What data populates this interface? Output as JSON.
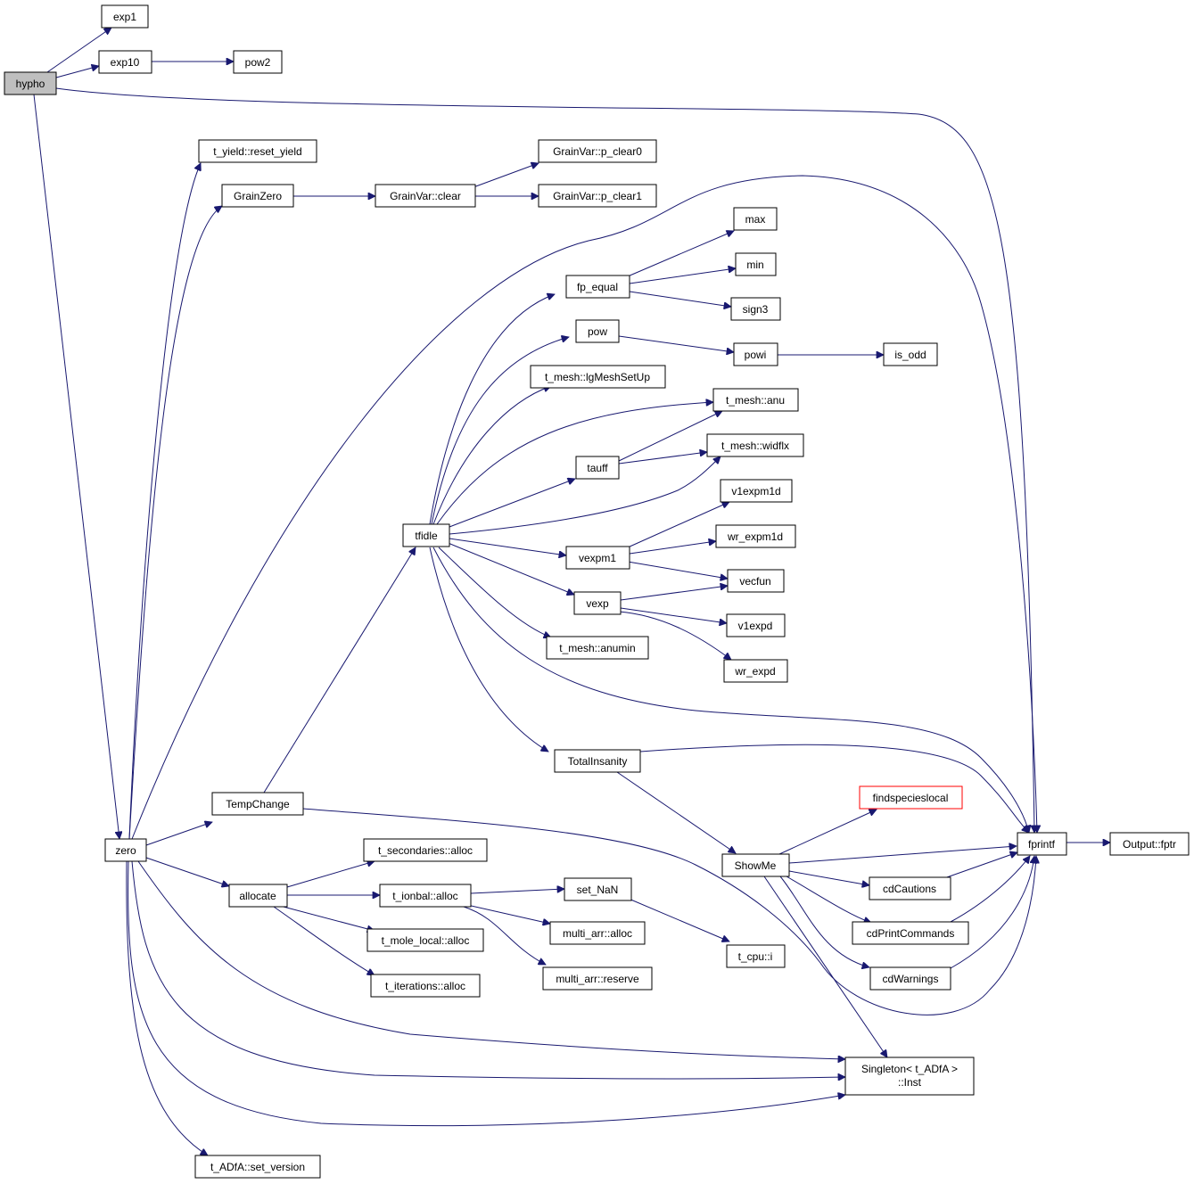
{
  "colors": {
    "edge": "#191970",
    "root_fill": "#bfbfbf",
    "missing_border": "#ff0000",
    "node_border": "#000000"
  },
  "nodes": {
    "hypho": "hypho",
    "exp1": "exp1",
    "exp10": "exp10",
    "pow2": "pow2",
    "reset_yield": "t_yield::reset_yield",
    "GrainZero": "GrainZero",
    "GrainVar_clear": "GrainVar::clear",
    "p_clear0": "GrainVar::p_clear0",
    "p_clear1": "GrainVar::p_clear1",
    "max": "max",
    "min": "min",
    "sign3": "sign3",
    "fp_equal": "fp_equal",
    "pow": "pow",
    "powi": "powi",
    "is_odd": "is_odd",
    "lgMeshSetUp": "t_mesh::lgMeshSetUp",
    "anu": "t_mesh::anu",
    "tauff": "tauff",
    "widflx": "t_mesh::widflx",
    "v1expm1d": "v1expm1d",
    "tfidle": "tfidle",
    "wr_expm1d": "wr_expm1d",
    "vexpm1": "vexpm1",
    "vecfun": "vecfun",
    "vexp": "vexp",
    "v1expd": "v1expd",
    "anumin": "t_mesh::anumin",
    "wr_expd": "wr_expd",
    "TotalInsanity": "TotalInsanity",
    "TempChange": "TempChange",
    "findspecieslocal": "findspecieslocal",
    "zero": "zero",
    "fprintf": "fprintf",
    "Output_fptr": "Output::fptr",
    "secondaries_alloc": "t_secondaries::alloc",
    "ShowMe": "ShowMe",
    "allocate": "allocate",
    "ionbal_alloc": "t_ionbal::alloc",
    "set_NaN": "set_NaN",
    "cdCautions": "cdCautions",
    "mole_local_alloc": "t_mole_local::alloc",
    "multi_arr_alloc": "multi_arr::alloc",
    "cdPrintCommands": "cdPrintCommands",
    "cpu_i": "t_cpu::i",
    "iterations_alloc": "t_iterations::alloc",
    "multi_arr_reserve": "multi_arr::reserve",
    "cdWarnings": "cdWarnings",
    "Singleton_line1": "Singleton< t_ADfA >",
    "Singleton_line2": "::Inst",
    "set_version": "t_ADfA::set_version"
  },
  "edges": [
    [
      "hypho",
      "exp1"
    ],
    [
      "hypho",
      "exp10"
    ],
    [
      "exp10",
      "pow2"
    ],
    [
      "hypho",
      "fprintf"
    ],
    [
      "hypho",
      "zero"
    ],
    [
      "zero",
      "reset_yield"
    ],
    [
      "zero",
      "GrainZero"
    ],
    [
      "GrainZero",
      "GrainVar_clear"
    ],
    [
      "GrainVar_clear",
      "p_clear0"
    ],
    [
      "GrainVar_clear",
      "p_clear1"
    ],
    [
      "zero",
      "fprintf"
    ],
    [
      "zero",
      "TempChange"
    ],
    [
      "zero",
      "allocate"
    ],
    [
      "zero",
      "Singleton"
    ],
    [
      "zero",
      "set_version"
    ],
    [
      "TempChange",
      "tfidle"
    ],
    [
      "TempChange",
      "fprintf"
    ],
    [
      "tfidle",
      "fp_equal"
    ],
    [
      "fp_equal",
      "max"
    ],
    [
      "fp_equal",
      "min"
    ],
    [
      "fp_equal",
      "sign3"
    ],
    [
      "tfidle",
      "pow"
    ],
    [
      "pow",
      "powi"
    ],
    [
      "powi",
      "is_odd"
    ],
    [
      "tfidle",
      "lgMeshSetUp"
    ],
    [
      "tfidle",
      "anu"
    ],
    [
      "tfidle",
      "tauff"
    ],
    [
      "tauff",
      "anu"
    ],
    [
      "tauff",
      "widflx"
    ],
    [
      "tfidle",
      "widflx"
    ],
    [
      "tfidle",
      "vexpm1"
    ],
    [
      "vexpm1",
      "v1expm1d"
    ],
    [
      "vexpm1",
      "wr_expm1d"
    ],
    [
      "vexpm1",
      "vecfun"
    ],
    [
      "tfidle",
      "vexp"
    ],
    [
      "vexp",
      "vecfun"
    ],
    [
      "vexp",
      "v1expd"
    ],
    [
      "vexp",
      "wr_expd"
    ],
    [
      "tfidle",
      "anumin"
    ],
    [
      "tfidle",
      "fprintf"
    ],
    [
      "tfidle",
      "TotalInsanity"
    ],
    [
      "TotalInsanity",
      "fprintf"
    ],
    [
      "TotalInsanity",
      "ShowMe"
    ],
    [
      "ShowMe",
      "findspecieslocal"
    ],
    [
      "ShowMe",
      "fprintf"
    ],
    [
      "ShowMe",
      "cdCautions"
    ],
    [
      "ShowMe",
      "cdPrintCommands"
    ],
    [
      "ShowMe",
      "cdWarnings"
    ],
    [
      "ShowMe",
      "Singleton"
    ],
    [
      "cdCautions",
      "fprintf"
    ],
    [
      "cdPrintCommands",
      "fprintf"
    ],
    [
      "cdWarnings",
      "fprintf"
    ],
    [
      "fprintf",
      "Output_fptr"
    ],
    [
      "allocate",
      "secondaries_alloc"
    ],
    [
      "allocate",
      "ionbal_alloc"
    ],
    [
      "allocate",
      "mole_local_alloc"
    ],
    [
      "allocate",
      "iterations_alloc"
    ],
    [
      "ionbal_alloc",
      "set_NaN"
    ],
    [
      "ionbal_alloc",
      "multi_arr_alloc"
    ],
    [
      "ionbal_alloc",
      "multi_arr_reserve"
    ],
    [
      "set_NaN",
      "cpu_i"
    ]
  ]
}
